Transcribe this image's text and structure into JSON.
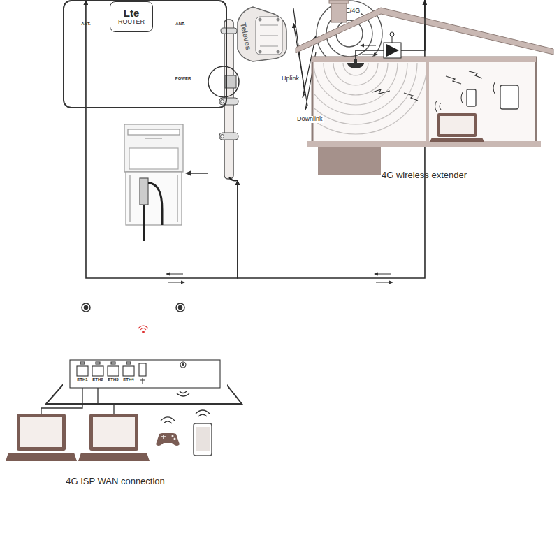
{
  "diagram": {
    "nodes": [
      {
        "text": [
          "Televes"
        ]
      },
      {
        "text": [
          "LTE/4G"
        ]
      },
      {
        "text": [
          "ANT.",
          "ANT.",
          "POWER"
        ]
      },
      {
        "text": [
          "Lte",
          "ROUTER"
        ],
        "in": 2
      },
      {
        "text": [
          "4G wireless extender"
        ]
      }
    ],
    "edges": [
      {
        "from": 0,
        "to": 1,
        "label": "Uplink",
        "arrow": "to"
      },
      {
        "from": 1,
        "to": 0,
        "label": "Downlink",
        "arrow": "to"
      },
      {
        "from": 0,
        "to": 2,
        "arrow": "both"
      },
      {
        "from": 0,
        "to": 4,
        "arrow": "both"
      }
    ],
    "labels": [
      "ETH1",
      "ETH2",
      "ETH3",
      "ETH4",
      "4G ISP WAN connection"
    ]
  }
}
